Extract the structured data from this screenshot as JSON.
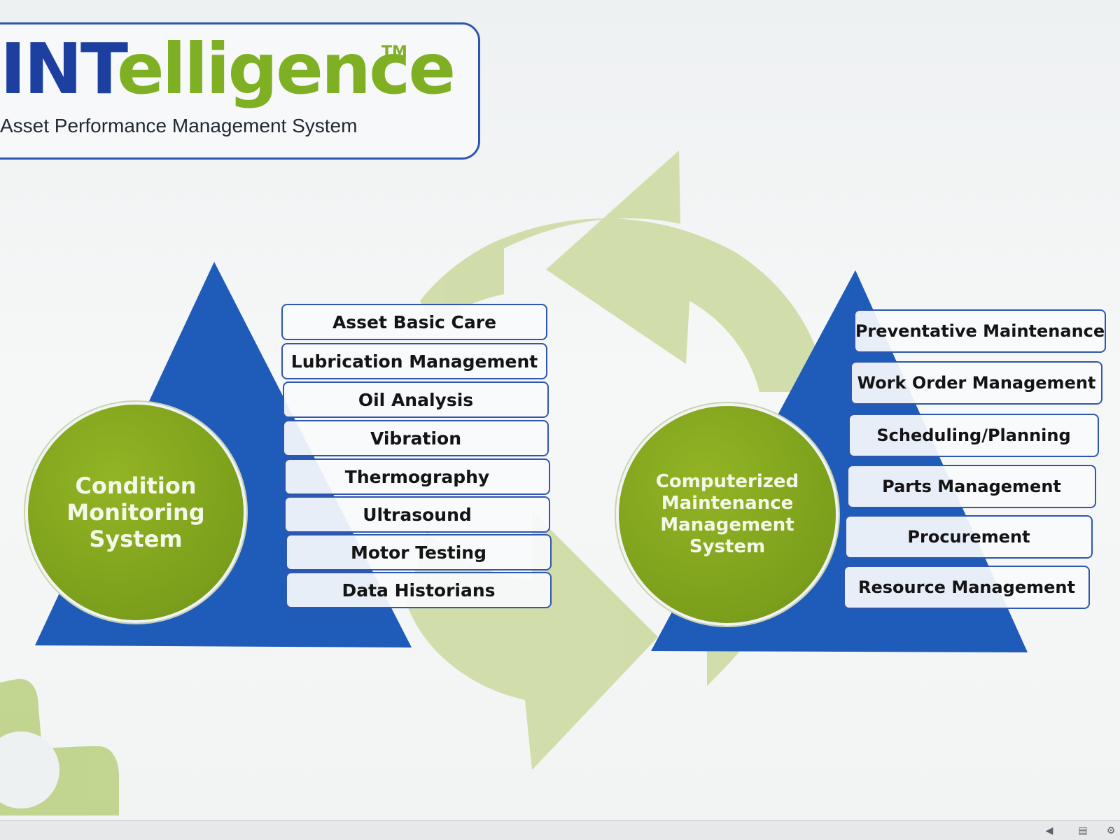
{
  "logo": {
    "brand_part1": "INT",
    "brand_part2": "elligence",
    "trademark": "TM",
    "subtitle": "Asset Performance Management System"
  },
  "left_group": {
    "title": "Condition\nMonitoring\nSystem",
    "items": [
      "Asset Basic Care",
      "Lubrication Management",
      "Oil Analysis",
      "Vibration",
      "Thermography",
      "Ultrasound",
      "Motor Testing",
      "Data Historians"
    ]
  },
  "right_group": {
    "title": "Computerized\nMaintenance\nManagement\nSystem",
    "items": [
      "Preventative Maintenance",
      "Work Order Management",
      "Scheduling/Planning",
      "Parts Management",
      "Procurement",
      "Resource Management"
    ]
  },
  "colors": {
    "blue": "#1f5bb8",
    "green": "#7fa51e",
    "light_green": "#cfdca8"
  },
  "icons": {
    "cycle": "recycle-arrows-icon",
    "footer_left": "previous-icon",
    "footer_mid": "notes-icon",
    "footer_right": "settings-icon"
  }
}
